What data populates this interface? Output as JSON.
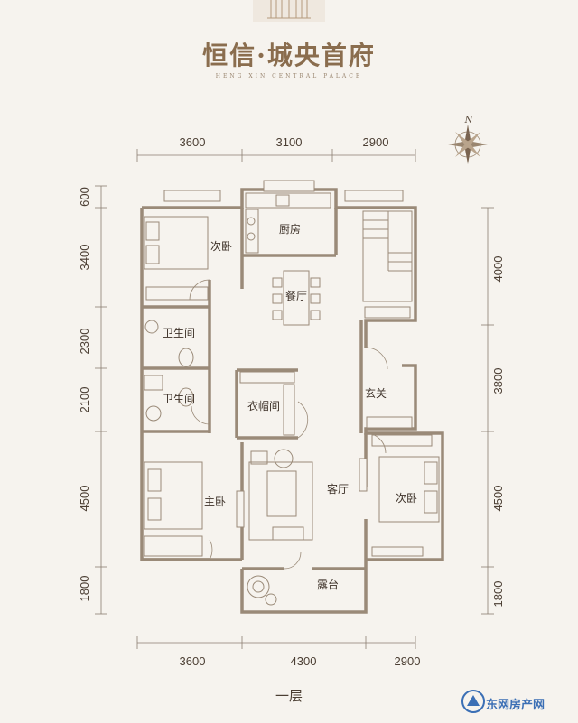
{
  "brand": {
    "title": "恒信·城央首府",
    "subtitle": "HENG XIN CENTRAL PALACE"
  },
  "compass": {
    "label": "N"
  },
  "dimensions": {
    "top": [
      "3600",
      "3100",
      "2900"
    ],
    "bottom": [
      "3600",
      "4300",
      "2900"
    ],
    "left": [
      "600",
      "3400",
      "2300",
      "2100",
      "4500",
      "1800"
    ],
    "right": [
      "4000",
      "3800",
      "4500",
      "1800"
    ]
  },
  "rooms": {
    "secondary_bedroom_1": "次卧",
    "kitchen": "厨房",
    "dining": "餐厅",
    "bathroom_1": "卫生间",
    "bathroom_2": "卫生间",
    "cloakroom": "衣帽间",
    "foyer": "玄关",
    "master_bedroom": "主卧",
    "living_room": "客厅",
    "secondary_bedroom_2": "次卧",
    "terrace": "露台"
  },
  "floor_label": "一层",
  "watermark": "东网房产网",
  "colors": {
    "wall": "#9a8a78",
    "background": "#f6f3ee",
    "brand": "#8a6d4e"
  }
}
